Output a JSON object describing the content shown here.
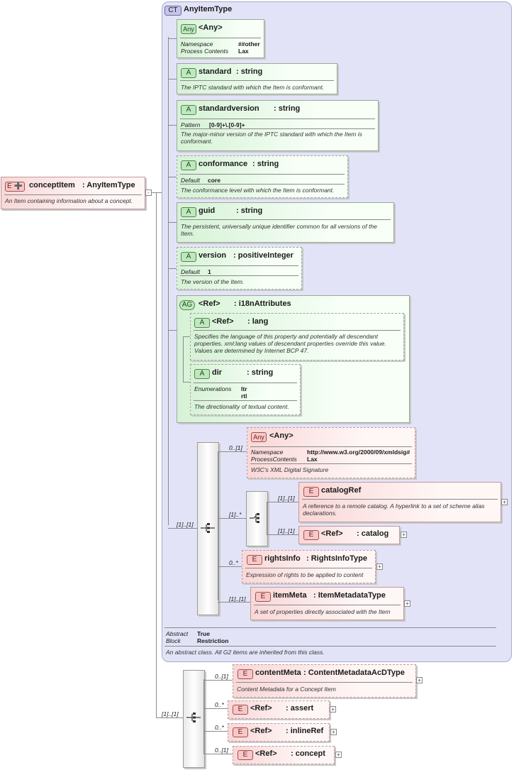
{
  "root": {
    "badge": "E",
    "name": "conceptItem",
    "type": ": AnyItemType",
    "description": "An Item containing information about a concept."
  },
  "complex_type": {
    "badge": "CT",
    "name": "AnyItemType",
    "abstract_label": "Abstract",
    "abstract_value": "True",
    "block_label": "Block",
    "block_value": "Restriction",
    "description": "An abstract class. All G2 items are inherited from this class."
  },
  "any_attr": {
    "badge": "Any",
    "name": "<Any>",
    "ns_label": "Namespace",
    "ns_value": "##other",
    "pc_label": "Process Contents",
    "pc_value": "Lax"
  },
  "attributes": [
    {
      "badge": "A",
      "name": "standard",
      "type": ": string",
      "description": "The IPTC standard with which the Item is conformant."
    },
    {
      "badge": "A",
      "name": "standardversion",
      "type": ": string",
      "prop_label": "Pattern",
      "prop_value": "[0-9]+\\.[0-9]+",
      "description": "The major-minor version of the IPTC standard with which the Item is conformant."
    },
    {
      "badge": "A",
      "name": "conformance",
      "type": ": string",
      "prop_label": "Default",
      "prop_value": "core",
      "description": "The conformance level with which the Item is conformant."
    },
    {
      "badge": "A",
      "name": "guid",
      "type": ": string",
      "description": "The persistent, universally unique identifier common for all versions of the Item."
    },
    {
      "badge": "A",
      "name": "version",
      "type": ": positiveInteger",
      "prop_label": "Default",
      "prop_value": "1",
      "description": "The version of the Item."
    }
  ],
  "attr_group": {
    "badge": "AG",
    "ref": "<Ref>",
    "name": ": i18nAttributes",
    "lang": {
      "badge": "A",
      "ref": "<Ref>",
      "name": ": lang",
      "description": "Specifies the language of this property and potentially all descendant properties. xml:lang values of descendant properties override this value. Values are determined by Internet BCP 47."
    },
    "dir": {
      "badge": "A",
      "name": "dir",
      "type": ": string",
      "prop_label": "Enumerations",
      "enum1": "ltr",
      "enum2": "rtl",
      "description": "The directionality of textual content."
    }
  },
  "inner_sequence": {
    "mult": "[1]..[1]",
    "any_elem": {
      "mult": "0..[1]",
      "badge": "Any",
      "name": "<Any>",
      "ns_label": "Namespace",
      "ns_value": "http://www.w3.org/2000/09/xmldsig#",
      "pc_label": "ProcessContents",
      "pc_value": "Lax",
      "description": "W3C's XML Digital Signature"
    },
    "choice": {
      "mult": "[1]..*",
      "catalogRef": {
        "mult": "[1]..[1]",
        "badge": "E",
        "name": "catalogRef",
        "description": "A reference to a remote catalog. A hyperlink to a set of scheme alias declarations."
      },
      "catalog": {
        "mult": "[1]..[1]",
        "badge": "E",
        "ref": "<Ref>",
        "name": ": catalog"
      }
    },
    "rightsInfo": {
      "mult": "0..*",
      "badge": "E",
      "name": "rightsInfo",
      "type": ": RightsInfoType",
      "description": "Expression of rights to be applied to content"
    },
    "itemMeta": {
      "mult": "[1]..[1]",
      "badge": "E",
      "name": "itemMeta",
      "type": ": ItemMetadataType",
      "description": "A set of properties directly associated with the Item"
    }
  },
  "outer_sequence": {
    "mult": "[1]..[1]",
    "contentMeta": {
      "mult": "0..[1]",
      "badge": "E",
      "name": "contentMeta",
      "type": ": ContentMetadataAcDType",
      "description": "Content Metadata for a Concept Item"
    },
    "assert": {
      "mult": "0..*",
      "badge": "E",
      "ref": "<Ref>",
      "name": ": assert"
    },
    "inlineRef": {
      "mult": "0..*",
      "badge": "E",
      "ref": "<Ref>",
      "name": ": inlineRef"
    },
    "concept": {
      "mult": "0..[1]",
      "badge": "E",
      "ref": "<Ref>",
      "name": ": concept"
    }
  }
}
